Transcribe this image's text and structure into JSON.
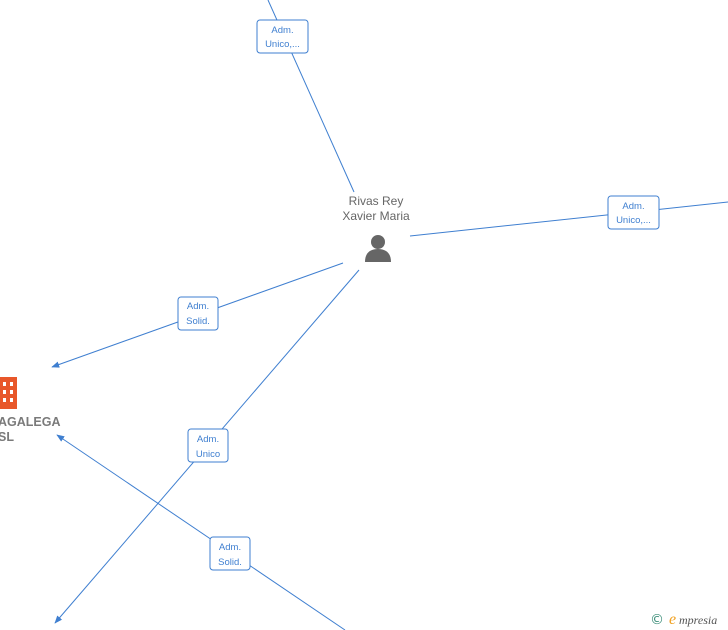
{
  "person": {
    "name_line1": "Rivas Rey",
    "name_line2": "Xavier Maria",
    "icon": "person-icon"
  },
  "company": {
    "name_line1": "AGALEGA",
    "name_line2": "SL",
    "icon": "building-icon",
    "color": "#e8572a"
  },
  "edge_labels": {
    "top": [
      "Adm.",
      "Unico,..."
    ],
    "right": [
      "Adm.",
      "Unico,..."
    ],
    "left": [
      "Adm.",
      "Solid."
    ],
    "center": [
      "Adm.",
      "Unico"
    ],
    "bottom": [
      "Adm.",
      "Solid."
    ]
  },
  "brand": {
    "copyright": "©",
    "initial": "e",
    "rest": "mpresia",
    "accent": "#f0a020"
  },
  "colors": {
    "edge": "#3f7fd0",
    "person": "#666666",
    "company_text": "#7a7a7a"
  }
}
